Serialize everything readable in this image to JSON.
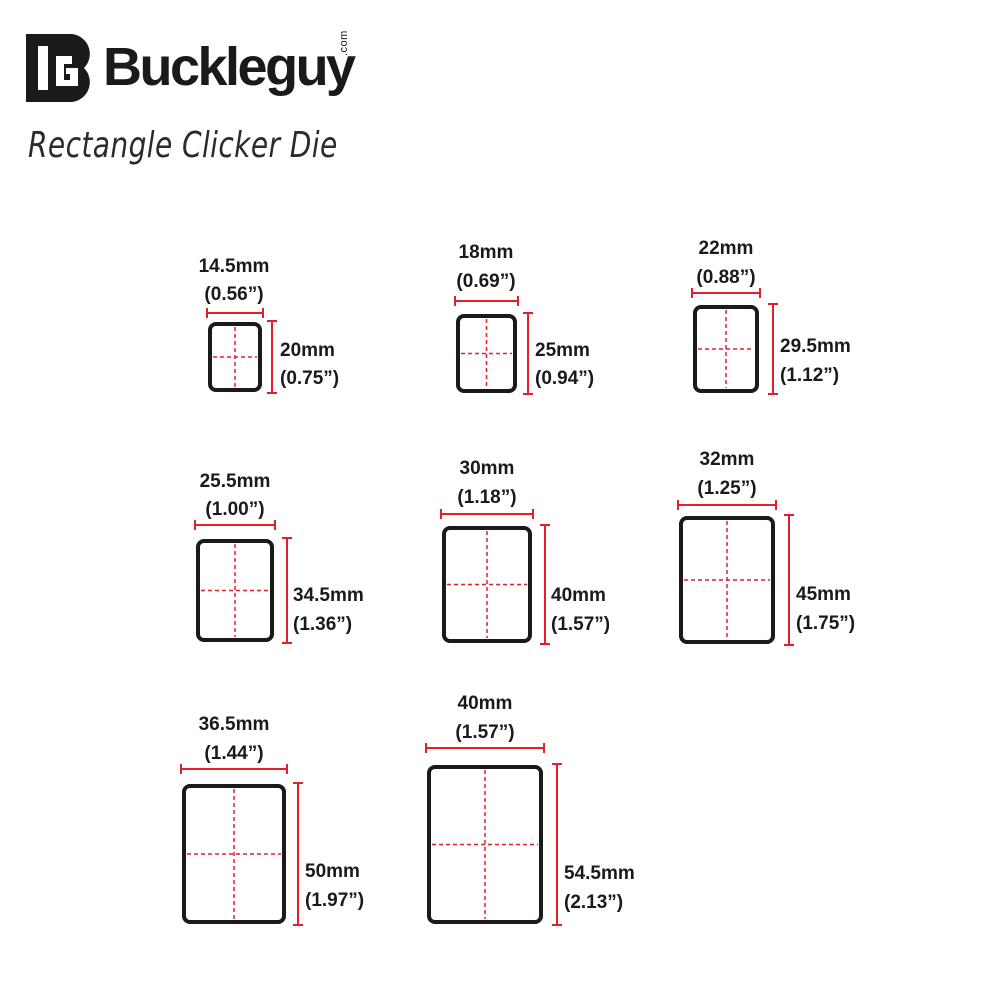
{
  "brand": {
    "name": "Buckleguy",
    "suffix": ".com",
    "logo_icon": "buckleguy-bg-monogram-icon"
  },
  "subtitle": "Rectangle Clicker Die",
  "colors": {
    "outline": "#1a1a1a",
    "dimension": "#e2202c",
    "text": "#1a1a1a"
  },
  "dies": [
    {
      "width_mm": "14.5mm",
      "width_in": "(0.56”)",
      "height_mm": "20mm",
      "height_in": "(0.75”)"
    },
    {
      "width_mm": "18mm",
      "width_in": "(0.69”)",
      "height_mm": "25mm",
      "height_in": "(0.94”)"
    },
    {
      "width_mm": "22mm",
      "width_in": "(0.88”)",
      "height_mm": "29.5mm",
      "height_in": "(1.12”)"
    },
    {
      "width_mm": "25.5mm",
      "width_in": "(1.00”)",
      "height_mm": "34.5mm",
      "height_in": "(1.36”)"
    },
    {
      "width_mm": "30mm",
      "width_in": "(1.18”)",
      "height_mm": "40mm",
      "height_in": "(1.57”)"
    },
    {
      "width_mm": "32mm",
      "width_in": "(1.25”)",
      "height_mm": "45mm",
      "height_in": "(1.75”)"
    },
    {
      "width_mm": "36.5mm",
      "width_in": "(1.44”)",
      "height_mm": "50mm",
      "height_in": "(1.97”)"
    },
    {
      "width_mm": "40mm",
      "width_in": "(1.57”)",
      "height_mm": "54.5mm",
      "height_in": "(2.13”)"
    }
  ]
}
